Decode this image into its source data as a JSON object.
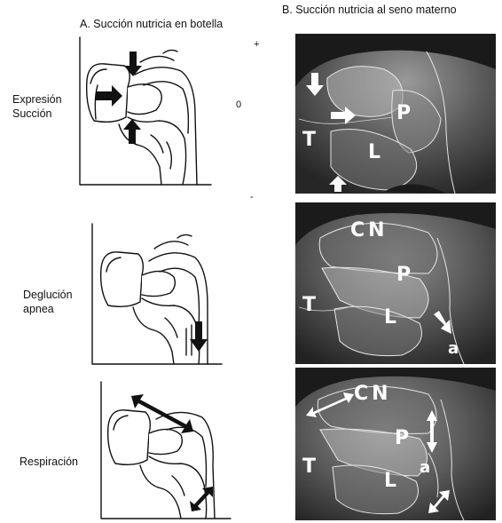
{
  "headings": {
    "left": "A. Succión nutricia en botella",
    "right": "B. Succión nutricia al seno materno"
  },
  "rows": [
    {
      "label_lines": [
        "Expresión",
        "Succión"
      ],
      "us_labels": [
        "T",
        "P",
        "L"
      ]
    },
    {
      "label_lines": [
        "Deglución",
        "apnea"
      ],
      "us_labels": [
        "CN",
        "P",
        "T",
        "L",
        "a"
      ]
    },
    {
      "label_lines": [
        "Respiración"
      ],
      "us_labels": [
        "CN",
        "P",
        "T",
        "a",
        "L"
      ]
    }
  ],
  "pressure_scale": {
    "plus": "+",
    "zero": "0",
    "minus": "-"
  },
  "colors": {
    "ultrasound_dark": "#2b2b2b",
    "ultrasound_mid": "#6a6a6a",
    "ultrasound_light": "#bdbdbd",
    "arrow_dark": "#111111",
    "arrow_light": "#ffffff"
  }
}
